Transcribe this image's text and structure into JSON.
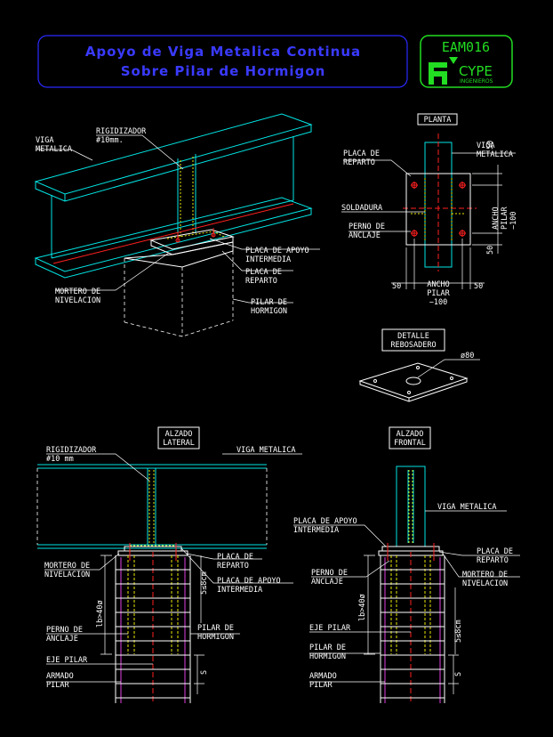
{
  "title": {
    "line1": "Apoyo de Viga Metalica Continua",
    "line2": "Sobre Pilar de Hormigon"
  },
  "logo": {
    "code": "EAM016",
    "brand": "CYPE",
    "subtitle": "INGENIEROS"
  },
  "colors": {
    "background": "#000000",
    "steel": "#00e5e5",
    "lines": "#ffffff",
    "weld": "#e8e800",
    "bolts": "#ff2020",
    "logo": "#22dd22",
    "title": "#3a3aff",
    "rebar": "#e040e0"
  },
  "iso": {
    "label_viga": [
      "VIGA",
      "METALICA"
    ],
    "label_rigidizador": [
      "RIGIDIZADOR",
      "#10mm."
    ],
    "label_placa_apoyo": [
      "PLACA DE APOYO",
      "INTERMEDIA"
    ],
    "label_placa_reparto": [
      "PLACA DE",
      "REPARTO"
    ],
    "label_mortero": [
      "MORTERO DE",
      "NIVELACION"
    ],
    "label_pilar": [
      "PILAR DE",
      "HORMIGON"
    ]
  },
  "planta": {
    "heading": "PLANTA",
    "label_placa_reparto": [
      "PLACA DE",
      "REPARTO"
    ],
    "label_viga": [
      "VIGA",
      "METALICA"
    ],
    "label_soldadura": "SOLDADURA",
    "label_perno": [
      "PERNO DE",
      "ANCLAJE"
    ],
    "label_ancho_pilar_v": [
      "ANCHO",
      "PILAR",
      "−100"
    ],
    "label_ancho_pilar_h": [
      "ANCHO",
      "PILAR",
      "−100"
    ],
    "dim_50": "50"
  },
  "rebosadero": {
    "heading": [
      "DETALLE",
      "REBOSADERO"
    ],
    "diameter": "ø80"
  },
  "alzado_lateral": {
    "heading": [
      "ALZADO",
      "LATERAL"
    ],
    "label_rigidizador": [
      "RIGIDIZADOR",
      "#10 mm"
    ],
    "label_viga": "VIGA METALICA",
    "label_mortero": [
      "MORTERO DE",
      "NIVELACION"
    ],
    "label_placa_reparto": [
      "PLACA DE",
      "REPARTO"
    ],
    "label_placa_apoyo": [
      "PLACA DE APOYO",
      "INTERMEDIA"
    ],
    "label_perno": [
      "PERNO DE",
      "ANCLAJE"
    ],
    "label_pilar": [
      "PILAR DE",
      "HORMIGON"
    ],
    "label_eje": "EJE PILAR",
    "label_armado": [
      "ARMADO",
      "PILAR"
    ],
    "dim_lb": "lb>40ø",
    "dim_5s": "5≤8cm",
    "dim_s": "S"
  },
  "alzado_frontal": {
    "heading": [
      "ALZADO",
      "FRONTAL"
    ],
    "label_placa_apoyo": [
      "PLACA DE APOYO",
      "INTERMEDIA"
    ],
    "label_viga": "VIGA METALICA",
    "label_placa_reparto": [
      "PLACA DE",
      "REPARTO"
    ],
    "label_perno": [
      "PERNO DE",
      "ANCLAJE"
    ],
    "label_mortero": [
      "MORTERO DE",
      "NIVELACION"
    ],
    "label_eje": "EJE PILAR",
    "label_pilar": [
      "PILAR DE",
      "HORMIGON"
    ],
    "label_armado": [
      "ARMADO",
      "PILAR"
    ],
    "dim_lb": "lb>40ø",
    "dim_5s": "5≤8cm",
    "dim_s": "S"
  }
}
